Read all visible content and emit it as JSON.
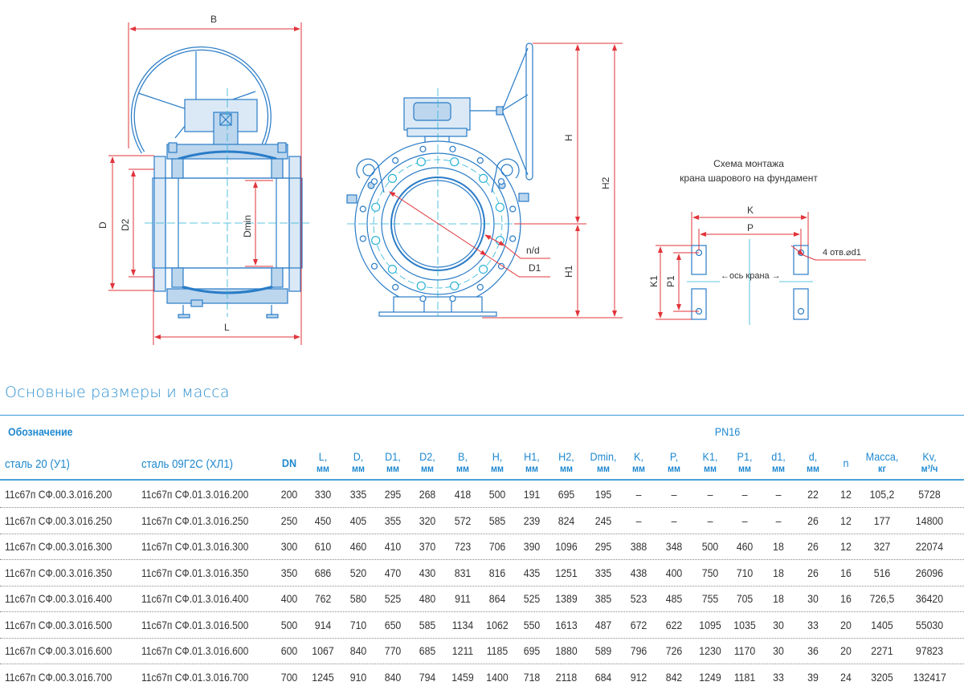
{
  "drawing": {
    "side_view_labels": {
      "B": "B",
      "L": "L",
      "D": "D",
      "D2": "D2",
      "Dmin": "Dmin"
    },
    "front_view_labels": {
      "H": "H",
      "H2": "H2",
      "H1": "H1",
      "nd": "n/d",
      "D1": "D1"
    },
    "mounting": {
      "title_line1": "Схема монтажа",
      "title_line2": "крана шарового на фундамент",
      "K": "K",
      "P": "P",
      "K1": "K1",
      "P1": "P1",
      "holes": "4 отв.⌀d1",
      "axis": "←ось крана →"
    },
    "colors": {
      "line": "#2a7cc7",
      "fill": "#bcd6ee",
      "dim": "#e2343a",
      "center": "#2bb3d6"
    }
  },
  "section_title": "Основные размеры и масса",
  "table": {
    "group_header": "Обозначение",
    "pressure": "PN16",
    "col_steel20": "сталь 20 (У1)",
    "col_09g2s": "сталь 09Г2С (ХЛ1)",
    "columns": [
      {
        "name": "DN",
        "unit": ""
      },
      {
        "name": "L,",
        "unit": "мм"
      },
      {
        "name": "D,",
        "unit": "мм"
      },
      {
        "name": "D1,",
        "unit": "мм"
      },
      {
        "name": "D2,",
        "unit": "мм"
      },
      {
        "name": "B,",
        "unit": "мм"
      },
      {
        "name": "H,",
        "unit": "мм"
      },
      {
        "name": "H1,",
        "unit": "мм"
      },
      {
        "name": "H2,",
        "unit": "мм"
      },
      {
        "name": "Dmin,",
        "unit": "мм"
      },
      {
        "name": "K,",
        "unit": "мм"
      },
      {
        "name": "P,",
        "unit": "мм"
      },
      {
        "name": "K1,",
        "unit": "мм"
      },
      {
        "name": "P1,",
        "unit": "мм"
      },
      {
        "name": "d1,",
        "unit": "мм"
      },
      {
        "name": "d,",
        "unit": "мм"
      },
      {
        "name": "n",
        "unit": ""
      },
      {
        "name": "Масса,",
        "unit": "кг"
      },
      {
        "name": "Kv,",
        "unit": "м³/ч"
      }
    ],
    "rows": [
      {
        "steel20": "11с67п СФ.00.3.016.200",
        "steel09g2s": "11с67п СФ.01.3.016.200",
        "values": [
          "200",
          "330",
          "335",
          "295",
          "268",
          "418",
          "500",
          "191",
          "695",
          "195",
          "–",
          "–",
          "–",
          "–",
          "–",
          "22",
          "12",
          "105,2",
          "5728"
        ]
      },
      {
        "steel20": "11с67п СФ.00.3.016.250",
        "steel09g2s": "11с67п СФ.01.3.016.250",
        "values": [
          "250",
          "450",
          "405",
          "355",
          "320",
          "572",
          "585",
          "239",
          "824",
          "245",
          "–",
          "–",
          "–",
          "–",
          "–",
          "26",
          "12",
          "177",
          "14800"
        ]
      },
      {
        "steel20": "11с67п СФ.00.3.016.300",
        "steel09g2s": "11с67п СФ.01.3.016.300",
        "values": [
          "300",
          "610",
          "460",
          "410",
          "370",
          "723",
          "706",
          "390",
          "1096",
          "295",
          "388",
          "348",
          "500",
          "460",
          "18",
          "26",
          "12",
          "327",
          "22074"
        ]
      },
      {
        "steel20": "11с67п СФ.00.3.016.350",
        "steel09g2s": "11с67п СФ.01.3.016.350",
        "values": [
          "350",
          "686",
          "520",
          "470",
          "430",
          "831",
          "816",
          "435",
          "1251",
          "335",
          "438",
          "400",
          "750",
          "710",
          "18",
          "26",
          "16",
          "516",
          "26096"
        ]
      },
      {
        "steel20": "11с67п СФ.00.3.016.400",
        "steel09g2s": "11с67п СФ.01.3.016.400",
        "values": [
          "400",
          "762",
          "580",
          "525",
          "480",
          "911",
          "864",
          "525",
          "1389",
          "385",
          "523",
          "485",
          "755",
          "705",
          "18",
          "30",
          "16",
          "726,5",
          "36420"
        ]
      },
      {
        "steel20": "11с67п СФ.00.3.016.500",
        "steel09g2s": "11с67п СФ.01.3.016.500",
        "values": [
          "500",
          "914",
          "710",
          "650",
          "585",
          "1134",
          "1062",
          "550",
          "1613",
          "487",
          "672",
          "622",
          "1095",
          "1035",
          "30",
          "33",
          "20",
          "1405",
          "55030"
        ]
      },
      {
        "steel20": "11с67п СФ.00.3.016.600",
        "steel09g2s": "11с67п СФ.01.3.016.600",
        "values": [
          "600",
          "1067",
          "840",
          "770",
          "685",
          "1211",
          "1185",
          "695",
          "1880",
          "589",
          "796",
          "726",
          "1230",
          "1170",
          "30",
          "36",
          "20",
          "2271",
          "97823"
        ]
      },
      {
        "steel20": "11с67п СФ.00.3.016.700",
        "steel09g2s": "11с67п СФ.01.3.016.700",
        "values": [
          "700",
          "1245",
          "910",
          "840",
          "794",
          "1459",
          "1400",
          "718",
          "2118",
          "684",
          "912",
          "842",
          "1249",
          "1181",
          "33",
          "39",
          "24",
          "3205",
          "132417"
        ]
      }
    ]
  }
}
